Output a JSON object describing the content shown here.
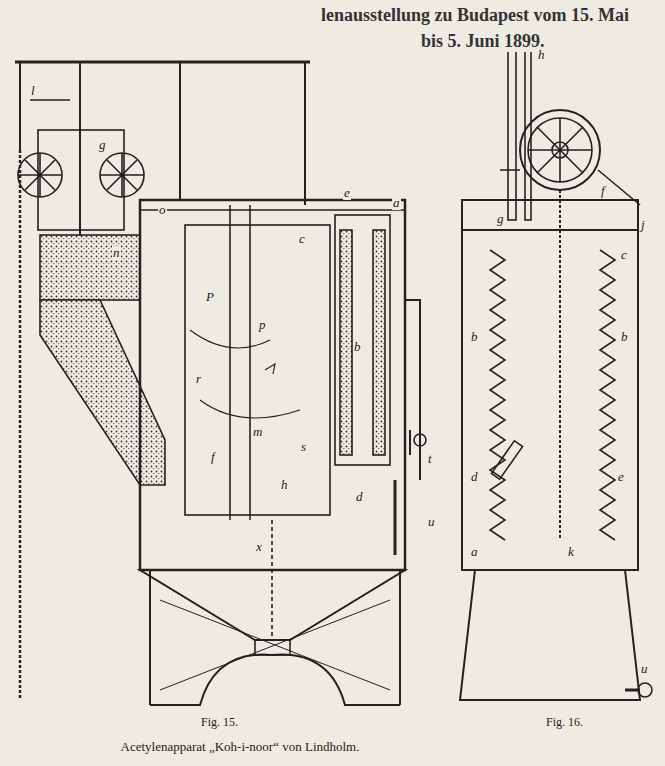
{
  "diagram": {
    "caption": "Acetylenapparat „Koh-i-noor“ von Lindholm.",
    "labels": [
      "lenausstellung zu Budapest vom 15. Mai",
      "bis 5. Juni 1899.",
      "l",
      "g",
      "o",
      "n",
      "e",
      "c",
      "a",
      "b",
      "P",
      "p",
      "r",
      "m",
      "f",
      "h",
      "s",
      "x",
      "d",
      "t",
      "u",
      "h",
      "g",
      "b",
      "b",
      "c",
      "d",
      "e",
      "j",
      "k",
      "u",
      "a",
      "f",
      "Fig. 15.",
      "Fig. 16."
    ]
  }
}
